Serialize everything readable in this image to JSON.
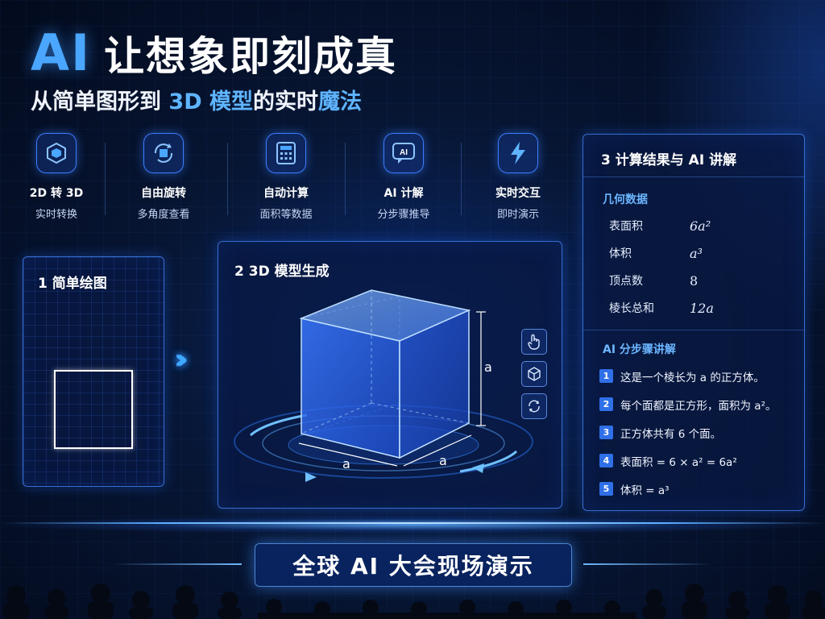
{
  "header": {
    "title_ai": "AI",
    "title_main": "让想象即刻成真",
    "subtitle_pre": "从简单图形到 ",
    "subtitle_hl1": "3D 模型",
    "subtitle_mid": "的实时",
    "subtitle_hl2": "魔法"
  },
  "features": [
    {
      "icon": "cube-hexagon-icon",
      "title": "2D 转 3D",
      "desc": "实时转换"
    },
    {
      "icon": "rotate-cube-icon",
      "title": "自由旋转",
      "desc": "多角度查看"
    },
    {
      "icon": "calculator-icon",
      "title": "自动计算",
      "desc": "面积等数据"
    },
    {
      "icon": "ai-chat-icon",
      "title": "AI 计解",
      "desc": "分步骤推导"
    },
    {
      "icon": "lightning-icon",
      "title": "实时交互",
      "desc": "即时演示"
    }
  ],
  "panel1": {
    "title": "1  简单绘图"
  },
  "panel2": {
    "title": "2  3D 模型生成",
    "dim_height": "a",
    "dim_width": "a",
    "dim_depth": "a",
    "tools": [
      "hand-pointer-icon",
      "cube-outline-icon",
      "rotate-icon"
    ]
  },
  "panel3": {
    "title": "3  计算结果与 AI 讲解",
    "geo_title": "几何数据",
    "geo": [
      {
        "key": "表面积",
        "value": "6a²"
      },
      {
        "key": "体积",
        "value": "a³"
      },
      {
        "key": "顶点数",
        "value": "8"
      },
      {
        "key": "棱长总和",
        "value": "12a"
      }
    ],
    "steps_title": "AI 分步骤讲解",
    "steps": [
      {
        "num": "1",
        "text": "这是一个棱长为 a 的正方体。"
      },
      {
        "num": "2",
        "text": "每个面都是正方形，面积为 a²。"
      },
      {
        "num": "3",
        "text": "正方体共有 6 个面。"
      },
      {
        "num": "4",
        "text": "表面积 = 6 × a² = 6a²"
      },
      {
        "num": "5",
        "text": "体积 = a³"
      }
    ]
  },
  "banner": {
    "text": "全球 AI 大会现场演示"
  },
  "colors": {
    "accent": "#4aa6ff",
    "panel_border": "#468cff",
    "step_badge": "#2f6fe8"
  }
}
